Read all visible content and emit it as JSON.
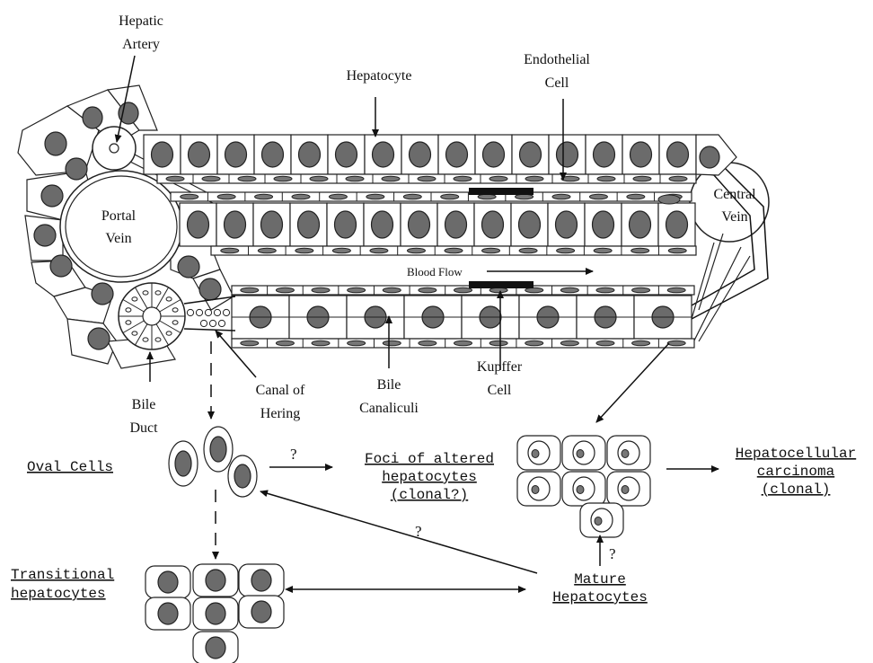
{
  "colors": {
    "nucleus": "#6b6b6b",
    "stroke": "#222222",
    "kupffer": "#111111"
  },
  "structure_labels": {
    "hepatic_artery": [
      "Hepatic",
      "Artery"
    ],
    "hepatocyte": "Hepatocyte",
    "endothelial_cell": [
      "Endothelial",
      "Cell"
    ],
    "portal_vein": [
      "Portal",
      "Vein"
    ],
    "central_vein": [
      "Central",
      "Vein"
    ],
    "blood_flow": "Blood Flow",
    "bile_duct": [
      "Bile",
      "Duct"
    ],
    "canal_of_hering": [
      "Canal of",
      "Hering"
    ],
    "bile_canaliculi": [
      "Bile",
      "Canaliculi"
    ],
    "kupffer_cell": [
      "Kupffer",
      "Cell"
    ]
  },
  "lineage_labels": {
    "oval_cells": "Oval Cells",
    "foci": [
      "Foci of altered",
      "hepatocytes",
      "(clonal?)"
    ],
    "hcc": [
      "Hepatocellular",
      "carcinoma",
      "(clonal)"
    ],
    "transitional": [
      "Transitional",
      "hepatocytes"
    ],
    "mature": [
      "Mature",
      "Hepatocytes"
    ]
  },
  "question_marks": [
    "?",
    "?",
    "?"
  ]
}
